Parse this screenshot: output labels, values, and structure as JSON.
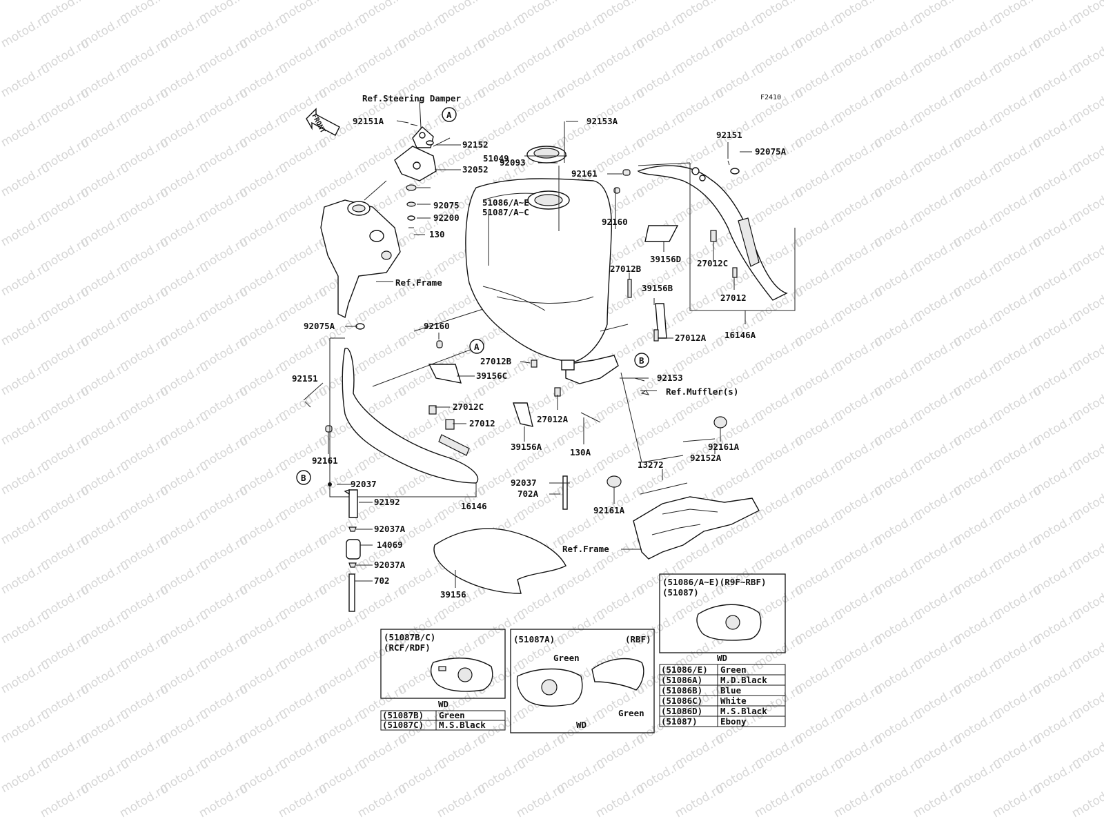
{
  "diagram": {
    "code": "F2410",
    "watermark": "motod.ru",
    "front_label": "FRONT",
    "refs": {
      "steering_damper": "Ref.Steering Damper",
      "frame_upper": "Ref.Frame",
      "frame_lower": "Ref.Frame",
      "mufflers": "Ref.Muffler(s)"
    },
    "markers": {
      "a1": "A",
      "a2": "A",
      "b1": "B",
      "b2": "B"
    },
    "parts": {
      "p92151A": "92151A",
      "p92152": "92152",
      "p32052": "32052",
      "p92075": "92075",
      "p92200": "92200",
      "p130": "130",
      "p92153A": "92153A",
      "p51049": "51049",
      "p92093": "92093",
      "p51086": "51086/A~E",
      "p51087": "51087/A~C",
      "p92151_r": "92151",
      "p92075A_r": "92075A",
      "p92161_r": "92161",
      "p92160_r": "92160",
      "p39156D": "39156D",
      "p27012B_r": "27012B",
      "p39156B": "39156B",
      "p27012C_r": "27012C",
      "p27012_r": "27012",
      "p16146A": "16146A",
      "p27012A_r": "27012A",
      "p92075A_l": "92075A",
      "p92160_l": "92160",
      "p27012B_l": "27012B",
      "p39156C": "39156C",
      "p92151_l": "92151",
      "p27012C_l": "27012C",
      "p27012_l": "27012",
      "p92161_l": "92161",
      "p16146": "16146",
      "p92153": "92153",
      "p27012A_c": "27012A",
      "p39156A": "39156A",
      "p130A": "130A",
      "p92161A_r": "92161A",
      "p92152A": "92152A",
      "p13272": "13272",
      "p92037_c": "92037",
      "p702A": "702A",
      "p92161A_c": "92161A",
      "p92037": "92037",
      "p92192": "92192",
      "p92037A_1": "92037A",
      "p14069": "14069",
      "p92037A_2": "92037A",
      "p702": "702",
      "p39156": "39156"
    }
  },
  "inset_left": {
    "title1": "(51087B/C)",
    "title2": "(RCF/RDF)",
    "caption": "WD",
    "rows": [
      {
        "code": "(51087B)",
        "color": "Green"
      },
      {
        "code": "(51087C)",
        "color": "M.S.Black"
      }
    ]
  },
  "inset_center": {
    "title": "(51087A)",
    "model": "(RBF)",
    "label_top": "Green",
    "label_bottom": "Green",
    "caption": "WD"
  },
  "inset_right": {
    "title1": "(51086/A~E)(R9F~RBF)",
    "title2": "(51087)",
    "caption": "WD",
    "rows": [
      {
        "code": "(51086/E)",
        "color": "Green"
      },
      {
        "code": "(51086A)",
        "color": "M.D.Black"
      },
      {
        "code": "(51086B)",
        "color": "Blue"
      },
      {
        "code": "(51086C)",
        "color": "White"
      },
      {
        "code": "(51086D)",
        "color": "M.S.Black"
      },
      {
        "code": "(51087)",
        "color": "Ebony"
      }
    ]
  }
}
